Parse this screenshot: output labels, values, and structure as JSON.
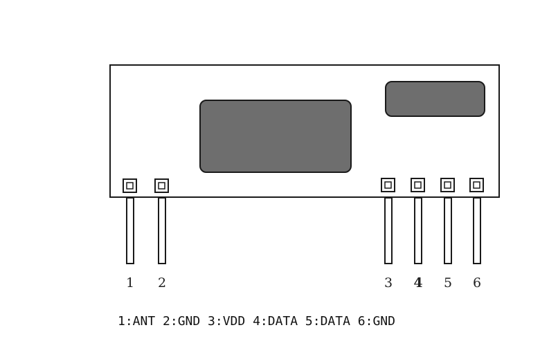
{
  "colors": {
    "outline": "#1a1a1a",
    "component_fill": "#6e6e6e",
    "background": "#ffffff"
  },
  "pins": [
    {
      "label": "1"
    },
    {
      "label": "2"
    },
    {
      "label": "3"
    },
    {
      "label": "4"
    },
    {
      "label": "5"
    },
    {
      "label": "6"
    }
  ],
  "legend": {
    "text": "1:ANT 2:GND 3:VDD 4:DATA 5:DATA 6:GND"
  }
}
